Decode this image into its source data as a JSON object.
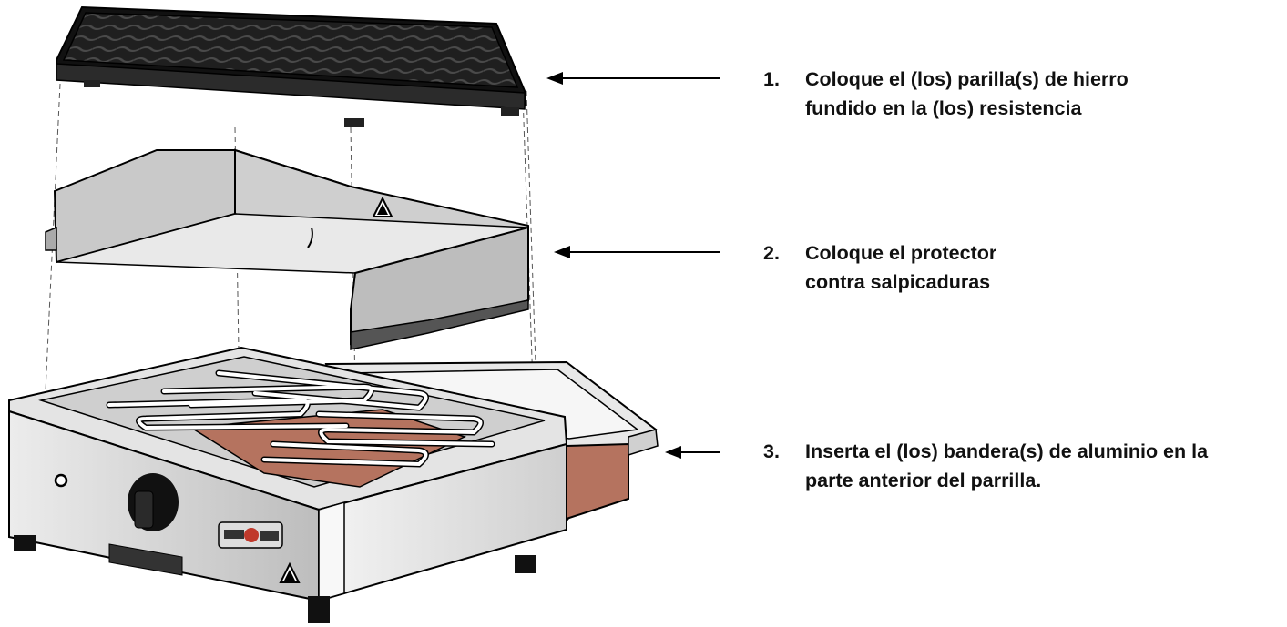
{
  "steps": [
    {
      "number": "1.",
      "text": "Coloque el (los) parilla(s) de hierro fundido en la (los) resistencia"
    },
    {
      "number": "2.",
      "text": "Coloque el protector contra salpicaduras"
    },
    {
      "number": "3.",
      "text": "Inserta el (los) bandera(s) de aluminio en la parte anterior del parrilla."
    }
  ],
  "icons": {
    "warning": "warning-triangle-icon",
    "knob": "control-knob-icon",
    "logo": "brand-logo"
  },
  "colors": {
    "grill_plate": "#1e1e1e",
    "stainless": "#d9d9d9",
    "drip_tray": "#b5735f",
    "outline": "#000000"
  }
}
